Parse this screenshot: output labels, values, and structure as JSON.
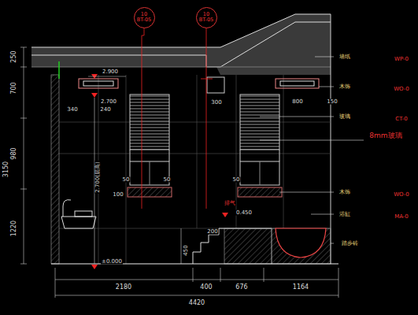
{
  "diagram": {
    "nodes": [
      {
        "text": [
          "10",
          "BT-05"
        ]
      },
      {
        "text": [
          "10",
          "BT-05"
        ]
      }
    ],
    "labels": [
      "250",
      "700",
      "3150",
      "980",
      "1220",
      "2.900",
      "2.700",
      "340",
      "240",
      "2.700(层高)",
      "50",
      "50",
      "100",
      "50",
      "300",
      "800",
      "150",
      "排气",
      "200",
      "0.450",
      "450",
      "±0.000",
      "2180",
      "400",
      "676",
      "1164",
      "4420",
      "墙纸",
      "WP-0",
      "木饰",
      "WO-0",
      "玻璃",
      "CT-0",
      "8mm玻璃",
      "木饰",
      "WO-0",
      "浴缸",
      "MA-0",
      "踏步砖"
    ]
  }
}
